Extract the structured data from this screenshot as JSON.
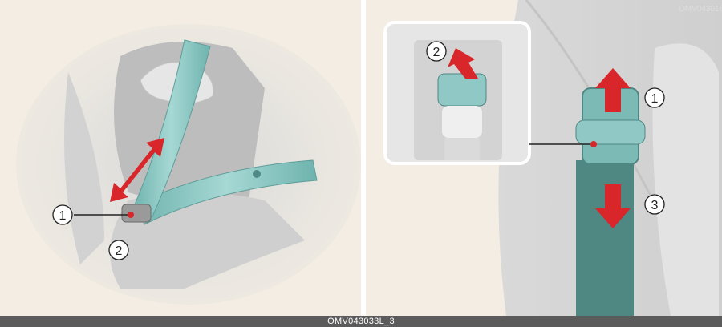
{
  "figure": {
    "code": "OMV043033L_3",
    "left_panel": {
      "callouts": [
        {
          "number": "1"
        },
        {
          "number": "2"
        }
      ]
    },
    "right_panel": {
      "faint_code": "OMV043016",
      "callouts": [
        {
          "number": "1"
        },
        {
          "number": "2"
        },
        {
          "number": "3"
        }
      ]
    }
  },
  "colors": {
    "belt": "#8fc8c4",
    "arrow": "#d9262b",
    "background": "#f3ede3",
    "caption_bar": "#5b5b5b"
  }
}
